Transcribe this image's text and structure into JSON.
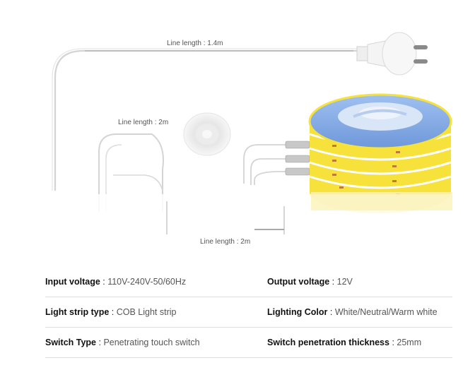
{
  "annotations": {
    "top_line": "Line length : 1.4m",
    "left_line": "Line length : 2m",
    "bottom_line": "Line length : 2m"
  },
  "specs": [
    [
      {
        "key": "Input voltage",
        "value": "110V-240V-50/60Hz"
      },
      {
        "key": "Output voltage",
        "value": "12V"
      }
    ],
    [
      {
        "key": "Light strip type",
        "value": "COB Light strip"
      },
      {
        "key": "Lighting Color",
        "value": "White/Neutral/Warm white"
      }
    ],
    [
      {
        "key": "Switch Type",
        "value": "Penetrating touch switch"
      },
      {
        "key": "Switch penetration thickness",
        "value": "25mm"
      }
    ]
  ],
  "colors": {
    "strip_yellow": "#f6e23a",
    "reel_blue": "#7fa8e6",
    "cable_gray": "#cfcfcf"
  },
  "icons": [
    "eu-plug-icon",
    "touch-switch-icon",
    "led-reel-icon"
  ]
}
